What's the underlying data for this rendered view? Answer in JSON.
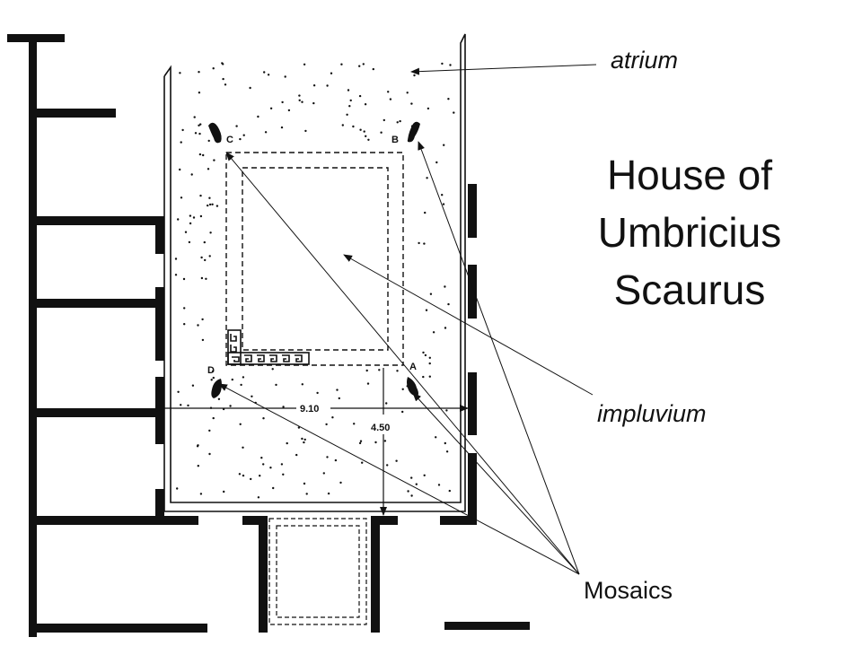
{
  "title": {
    "line1": "House of",
    "line2": "Umbricius",
    "line3": "Scaurus"
  },
  "labels": {
    "atrium": "atrium",
    "impluvium": "impluvium",
    "mosaics": "Mosaics"
  },
  "plan": {
    "corner_labels": {
      "a": "A",
      "b": "B",
      "c": "C",
      "d": "D"
    },
    "dimensions": {
      "width": "9.10",
      "depth": "4.50"
    }
  }
}
